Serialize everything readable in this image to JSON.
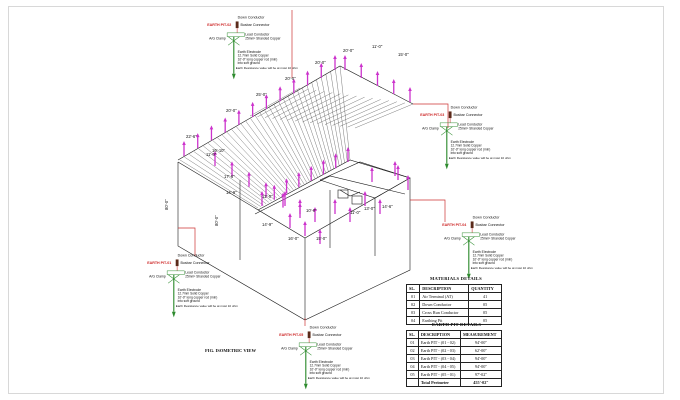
{
  "figure_caption": "FIG. ISOMETRIC VIEW",
  "pit_labels": {
    "down_conductor": "Down Conductor",
    "busbar": "Busbar Connector",
    "lead_conductor": "Lead Conductor",
    "lead_conductor_spec": "25mm² Stranded Copper",
    "ag_clamp": "A/G Clamp",
    "earth_electrode": "Earth Electrode",
    "electrode_spec1": "12.7mm Solid Copper",
    "electrode_spec2": "10'-0\" long copper rod (min)",
    "electrode_spec3": "into soft ground",
    "resistance_note": "Earth Resistance value will be at most 10 ohm"
  },
  "pits": [
    "EARTH PIT-01",
    "EARTH PIT-02",
    "EARTH PIT-03",
    "EARTH PIT-04",
    "EARTH PIT-05"
  ],
  "dimensions": {
    "left_height": "80'-0\"",
    "right_height": "80'-0\"",
    "top_edge": [
      "11'-0\"",
      "20'-0\"",
      "20'-0\"",
      "20'-0\"",
      "25'-0\"",
      "20'-0\"",
      "15'-0\""
    ],
    "left_edge": [
      "22'-6\"",
      "16'-10\"",
      "17'-6\"",
      "14'-9\""
    ],
    "mid_edge": [
      "11'-0\"",
      "12'-0\"",
      "10'-0\"",
      "11'-0\"",
      "14'-6\""
    ],
    "front_edge": [
      "14'-9\"",
      "16'-0\"",
      "15'-0\"",
      "13'-0\""
    ]
  },
  "materials_table": {
    "title": "MATERIALS DETAILS",
    "headers": [
      "SL.",
      "DESCRIPTION",
      "QUANTITY"
    ],
    "rows": [
      [
        "01",
        "Air Terminal (AT)",
        "41"
      ],
      [
        "02",
        "Down Conductor",
        "05"
      ],
      [
        "03",
        "Cross Run Conductor",
        "05"
      ],
      [
        "04",
        "Earthing Pit",
        "05"
      ]
    ]
  },
  "pit_table": {
    "title": "EARTH PIT DETAILS",
    "headers": [
      "SL.",
      "DESCRIPTION",
      "MEASUREMENT"
    ],
    "rows": [
      [
        "01",
        "Earth PIT - (01 - 02)",
        "94'-00\""
      ],
      [
        "02",
        "Earth PIT - (02 - 03)",
        "62'-00\""
      ],
      [
        "03",
        "Earth PIT - (03 - 04)",
        "94'-00\""
      ],
      [
        "04",
        "Earth PIT - (04 - 05)",
        "94'-00\""
      ],
      [
        "05",
        "Earth PIT - (05 - 01)",
        "97'-02\""
      ]
    ],
    "total_label": "Total Perimeter",
    "total_value": "455'-02\""
  },
  "colors": {
    "air_terminal": "#cc33cc",
    "conductor": "#cc3333",
    "electrode_green": "#2e8b2e",
    "line": "#1a1a1a",
    "pit_label": "#cc2222"
  }
}
